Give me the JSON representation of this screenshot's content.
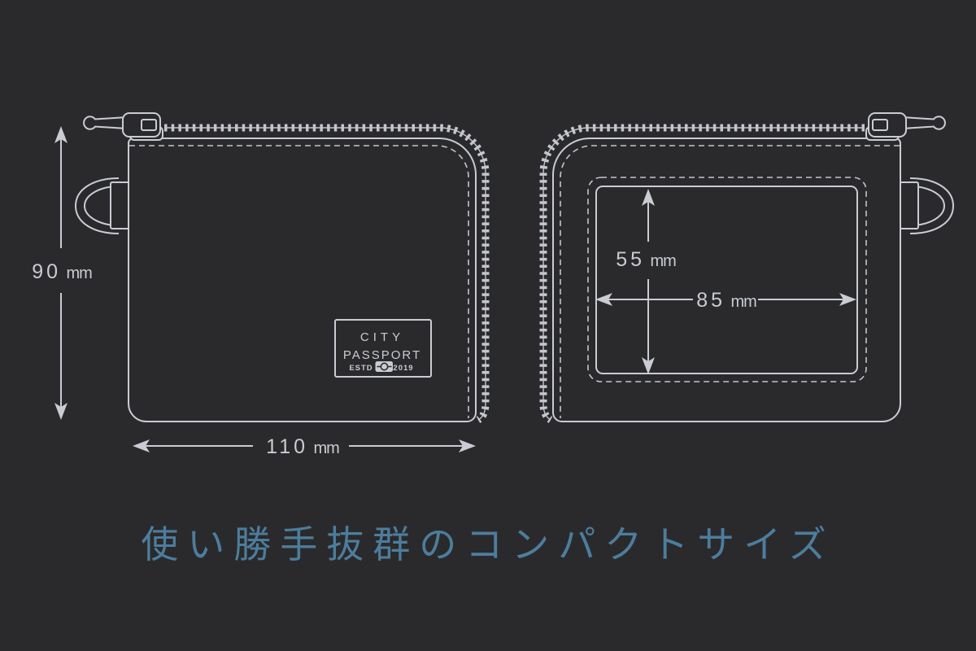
{
  "canvas": {
    "background_color": "#2a2a2c",
    "line_color": "#c9ccd3",
    "accent_color": "#4d7d9d"
  },
  "caption": {
    "text": "使い勝手抜群のコンパクトサイズ"
  },
  "brand_label": {
    "line1": "CITY",
    "line2": "PASSPORT",
    "estd": "ESTD",
    "year": "2019",
    "icon": "snap-button-icon"
  },
  "dimensions": {
    "pouch_height": {
      "value": "90",
      "unit": "mm"
    },
    "pouch_width": {
      "value": "110",
      "unit": "mm"
    },
    "window_height": {
      "value": "55",
      "unit": "mm"
    },
    "window_width": {
      "value": "85",
      "unit": "mm"
    }
  },
  "icons": {
    "zipper_pull": "zipper-pull-icon",
    "zipper_teeth": "zipper-teeth-icon",
    "d_ring": "d-ring-icon",
    "snap_button": "snap-button-icon"
  }
}
